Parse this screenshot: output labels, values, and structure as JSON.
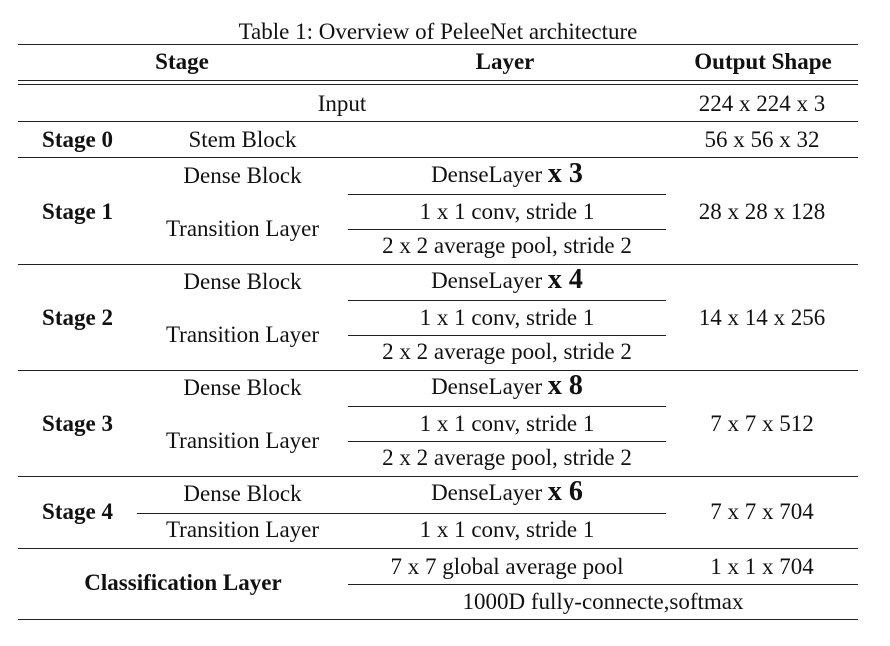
{
  "caption": "Table 1: Overview of PeleeNet architecture",
  "headers": {
    "stage": "Stage",
    "layer": "Layer",
    "output": "Output Shape"
  },
  "input": {
    "label": "Input",
    "shape": "224 x 224 x 3"
  },
  "stage0": {
    "name": "Stage 0",
    "block": "Stem Block",
    "shape": "56 x 56 x 32"
  },
  "stages": [
    {
      "name": "Stage 1",
      "dense": "Dense Block",
      "dense_layer": "DenseLayer",
      "mult": "x 3",
      "transition": "Transition Layer",
      "conv": "1 x 1 conv, stride 1",
      "pool": "2 x 2 average pool, stride 2",
      "shape": "28 x 28 x 128"
    },
    {
      "name": "Stage 2",
      "dense": "Dense Block",
      "dense_layer": "DenseLayer",
      "mult": "x 4",
      "transition": "Transition Layer",
      "conv": "1 x 1 conv, stride 1",
      "pool": "2 x 2 average pool, stride 2",
      "shape": "14 x 14 x 256"
    },
    {
      "name": "Stage 3",
      "dense": "Dense Block",
      "dense_layer": "DenseLayer",
      "mult": "x 8",
      "transition": "Transition Layer",
      "conv": "1 x 1 conv, stride 1",
      "pool": "2 x 2 average pool, stride 2",
      "shape": "7 x 7 x 512"
    },
    {
      "name": "Stage 4",
      "dense": "Dense Block",
      "dense_layer": "DenseLayer",
      "mult": "x 6",
      "transition": "Transition Layer",
      "conv": "1 x 1 conv, stride 1",
      "shape": "7 x 7 x 704"
    }
  ],
  "classification": {
    "name": "Classification Layer",
    "pool": "7 x 7 global average pool",
    "pool_shape": "1 x 1 x 704",
    "fc": "1000D fully-connecte,softmax"
  }
}
